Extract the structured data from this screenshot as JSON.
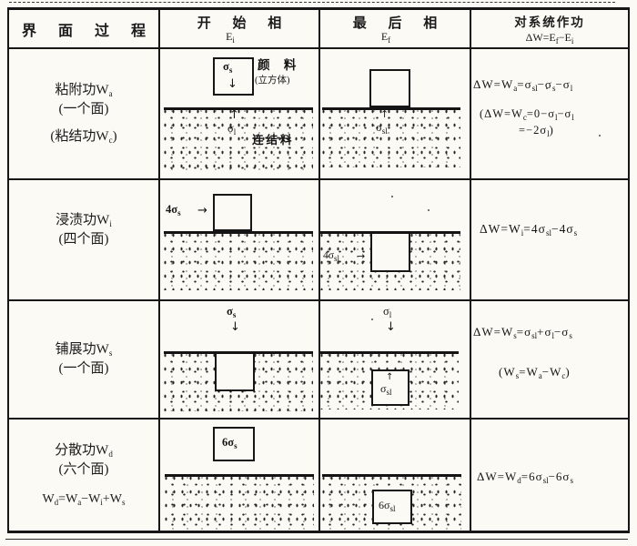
{
  "colors": {
    "ink": "#161616",
    "paper": "#fbfaf5"
  },
  "icons": {
    "arrow_up": "↑",
    "arrow_down": "↓",
    "arrow_right": "→"
  },
  "table": {
    "header": {
      "process": "界 面 过 程",
      "initial_title": "开 始 相",
      "initial_symbol": [
        {
          "t": "E"
        },
        {
          "sub": "i"
        }
      ],
      "final_title": "最 后 相",
      "final_symbol": [
        {
          "t": "E"
        },
        {
          "sub": "f"
        }
      ],
      "work_title": "对系统作功",
      "work_formula": [
        {
          "t": "ΔW=E"
        },
        {
          "sub": "f"
        },
        {
          "t": "−E"
        },
        {
          "sub": "i"
        }
      ]
    },
    "rows": [
      {
        "name": "adhesion",
        "process_lines": [
          [
            {
              "t": "粘附功W"
            },
            {
              "sub": "a"
            }
          ],
          [
            {
              "t": "(一个面)"
            }
          ],
          [
            {
              "t": "(粘结功W"
            },
            {
              "sub": "c"
            },
            {
              "t": ")"
            }
          ]
        ],
        "initial": {
          "cube_label": [
            {
              "t": "σ"
            },
            {
              "sub": "s"
            }
          ],
          "pigment_label": "颜 料",
          "pigment_note": "(立方体)",
          "liquid_label": [
            {
              "t": "σ"
            },
            {
              "sub": "l"
            }
          ],
          "liquid_name": "连结料"
        },
        "final": {
          "interface_label": [
            {
              "t": "σ"
            },
            {
              "sub": "sl"
            }
          ]
        },
        "work_lines": [
          [
            {
              "t": "ΔW=W"
            },
            {
              "sub": "a"
            },
            {
              "t": "=σ"
            },
            {
              "sub": "sl"
            },
            {
              "t": "−σ"
            },
            {
              "sub": "s"
            },
            {
              "t": "−σ"
            },
            {
              "sub": "l"
            }
          ],
          [
            {
              "t": "(ΔW=W"
            },
            {
              "sub": "c"
            },
            {
              "t": "=0−σ"
            },
            {
              "sub": "l"
            },
            {
              "t": "−σ"
            },
            {
              "sub": "l"
            }
          ],
          [
            {
              "t": "=−2σ"
            },
            {
              "sub": "l"
            },
            {
              "t": ")"
            }
          ]
        ]
      },
      {
        "name": "immersion",
        "process_lines": [
          [
            {
              "t": "浸渍功W"
            },
            {
              "sub": "i"
            }
          ],
          [
            {
              "t": "(四个面)"
            }
          ]
        ],
        "initial": {
          "side_label": [
            {
              "t": "4σ"
            },
            {
              "sub": "s"
            }
          ]
        },
        "final": {
          "side_label": [
            {
              "t": "4σ"
            },
            {
              "sub": "sl"
            }
          ]
        },
        "work_lines": [
          [
            {
              "t": "ΔW=W"
            },
            {
              "sub": "i"
            },
            {
              "t": "=4σ"
            },
            {
              "sub": "sl"
            },
            {
              "t": "−4σ"
            },
            {
              "sub": "s"
            }
          ]
        ]
      },
      {
        "name": "spreading",
        "process_lines": [
          [
            {
              "t": "铺展功W"
            },
            {
              "sub": "s"
            }
          ],
          [
            {
              "t": "(一个面)"
            }
          ]
        ],
        "initial": {
          "top_label": [
            {
              "t": "σ"
            },
            {
              "sub": "s"
            }
          ]
        },
        "final": {
          "top_label": [
            {
              "t": "σ"
            },
            {
              "sub": "l"
            }
          ],
          "cube_label": [
            {
              "t": "σ"
            },
            {
              "sub": "sl"
            }
          ]
        },
        "work_lines": [
          [
            {
              "t": "ΔW=W"
            },
            {
              "sub": "s"
            },
            {
              "t": "=σ"
            },
            {
              "sub": "sl"
            },
            {
              "t": "+σ"
            },
            {
              "sub": "l"
            },
            {
              "t": "−σ"
            },
            {
              "sub": "s"
            }
          ],
          [
            {
              "t": "(W"
            },
            {
              "sub": "s"
            },
            {
              "t": "=W"
            },
            {
              "sub": "a"
            },
            {
              "t": "−W"
            },
            {
              "sub": "c"
            },
            {
              "t": ")"
            }
          ]
        ]
      },
      {
        "name": "dispersion",
        "process_lines": [
          [
            {
              "t": "分散功W"
            },
            {
              "sub": "d"
            }
          ],
          [
            {
              "t": "(六个面)"
            }
          ],
          [
            {
              "t": "W"
            },
            {
              "sub": "d"
            },
            {
              "t": "=W"
            },
            {
              "sub": "a"
            },
            {
              "t": "−W"
            },
            {
              "sub": "i"
            },
            {
              "t": "+W"
            },
            {
              "sub": "s"
            }
          ]
        ],
        "initial": {
          "cube_label": [
            {
              "t": "6σ"
            },
            {
              "sub": "s"
            }
          ]
        },
        "final": {
          "cube_label": [
            {
              "t": "6σ"
            },
            {
              "sub": "sl"
            }
          ]
        },
        "work_lines": [
          [
            {
              "t": "ΔW=W"
            },
            {
              "sub": "d"
            },
            {
              "t": "=6σ"
            },
            {
              "sub": "sl"
            },
            {
              "t": "−6σ"
            },
            {
              "sub": "s"
            }
          ]
        ]
      }
    ]
  }
}
